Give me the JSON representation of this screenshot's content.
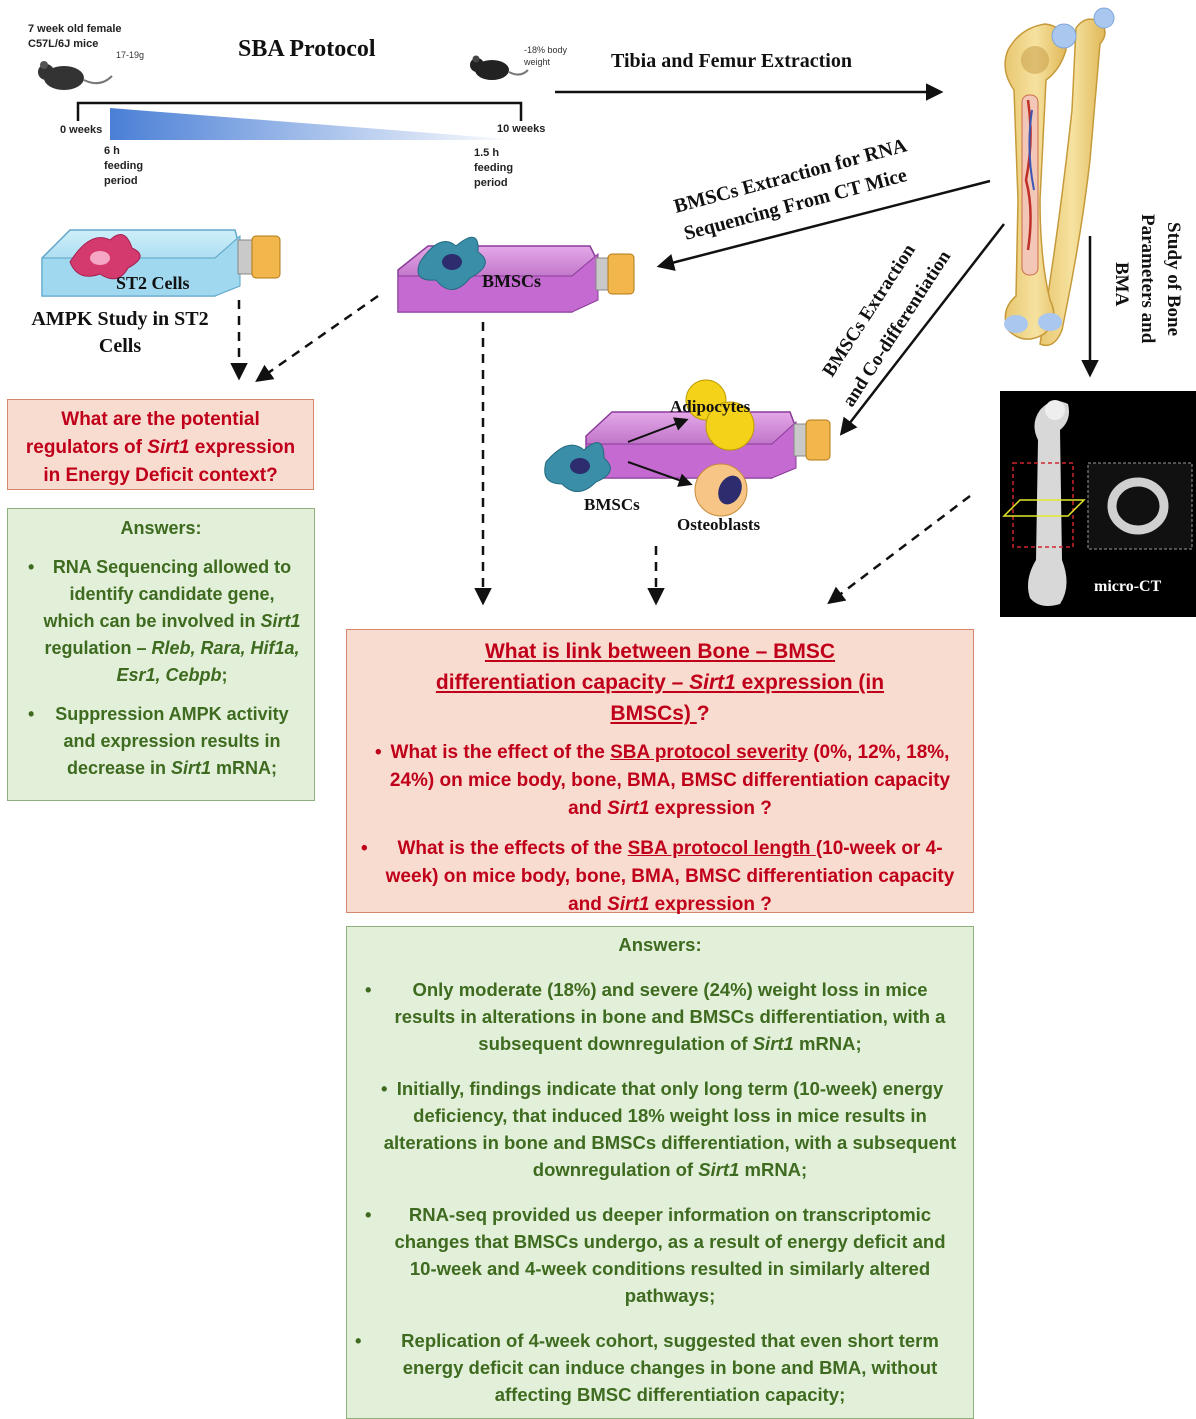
{
  "timeline": {
    "mouse_start_label": "7 week old female C57L/6J mice",
    "start_weight": "17-19g",
    "title": "SBA Protocol",
    "end_weight_note": "-18% body weight",
    "start_week": "0 weeks",
    "end_week": "10 weeks",
    "start_feeding": "6 h feeding period",
    "end_feeding": "1.5 h feeding period"
  },
  "arrows": {
    "tibia_femur": "Tibia and Femur Extraction",
    "rna_seq_line1": "BMSCs Extraction for RNA",
    "rna_seq_line2": "Sequencing From CT Mice",
    "codiff_line1": "BMSCs Extraction",
    "codiff_line2": "and Co-differentiation",
    "bone_study_line1": "Study of Bone",
    "bone_study_line2": "Parameters and",
    "bone_study_line3": "BMA"
  },
  "flasks": {
    "st2_label": "ST2 Cells",
    "st2_caption": "AMPK Study in ST2 Cells",
    "bmscs_label": "BMSCs",
    "codiff_bmscs": "BMSCs",
    "adipocytes": "Adipocytes",
    "osteoblasts": "Osteoblasts"
  },
  "microct_label": "micro-CT",
  "left_question": {
    "part1": "What are the potential regulators of ",
    "gene": "Sirt1",
    "part2": " expression in Energy Deficit context?"
  },
  "left_answers": {
    "title": "Answers:",
    "items": [
      {
        "a": "RNA Sequencing allowed to identify candidate gene, which can be involved in ",
        "b": "Sirt1",
        "c": " regulation – ",
        "d": "Rleb, Rara, Hif1a, Esr1, Cebpb",
        "e": ";"
      },
      {
        "a": "Suppression AMPK activity and expression results in decrease in ",
        "b": "Sirt1",
        "c": " mRNA;"
      }
    ]
  },
  "main_question": {
    "title_a": "What is link between Bone – BMSC differentiation capacity – ",
    "title_gene": "Sirt1",
    "title_b": " expression (in BMSCs) ",
    "title_end": "?",
    "q1_a": "What is the effect of the ",
    "q1_u": "SBA protocol severity",
    "q1_b": " (0%, 12%, 18%, 24%) on mice body, bone, BMA, BMSC differentiation capacity and ",
    "q1_gene": "Sirt1",
    "q1_c": " expression ?",
    "q2_a": "What is the effects of the ",
    "q2_u": "SBA protocol length ",
    "q2_b": "(10-week or 4-week) on mice body, bone, BMA, BMSC differentiation capacity and ",
    "q2_gene": "Sirt1",
    "q2_c": " expression ?"
  },
  "main_answers": {
    "title": "Answers:",
    "items": [
      {
        "a": "Only moderate (18%) and severe (24%) weight loss in mice results in alterations in bone and BMSCs differentiation, with a subsequent downregulation of ",
        "b": "Sirt1",
        "c": " mRNA;"
      },
      {
        "a": "Initially, findings indicate that only long term (10-week) energy deficiency, that induced 18% weight loss in mice results in alterations in bone and BMSCs differentiation, with a subsequent downregulation of ",
        "b": "Sirt1",
        "c": " mRNA;"
      },
      {
        "a": "RNA-seq provided us deeper information on transcriptomic changes that BMSCs undergo, as a result of energy deficit and 10-week and 4-week conditions resulted in similarly altered pathways;",
        "b": "",
        "c": ""
      },
      {
        "a": "Replication of 4-week cohort, suggested that even short term energy deficit can induce changes in bone and BMA, without affecting BMSC differentiation capacity;",
        "b": "",
        "c": ""
      }
    ]
  },
  "bullet": "•"
}
